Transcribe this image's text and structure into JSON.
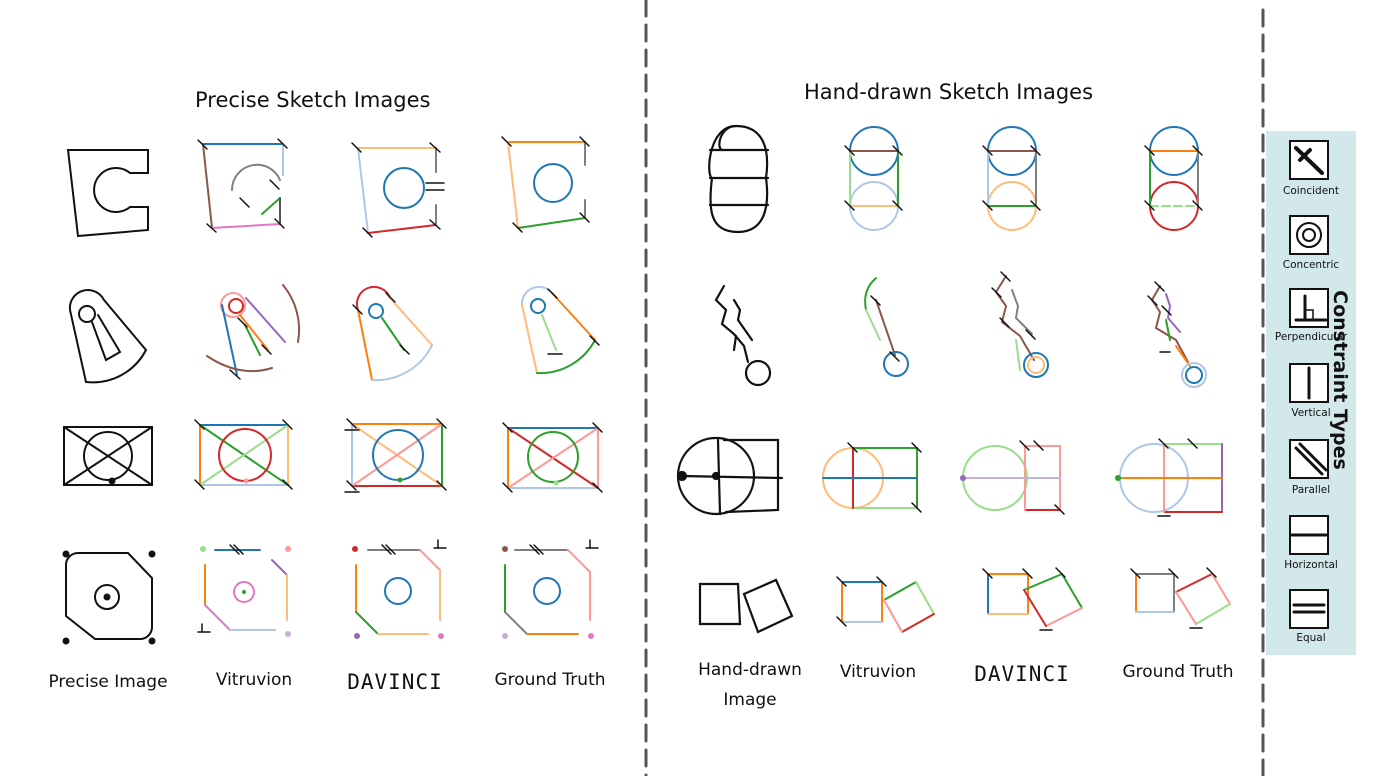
{
  "sections": {
    "precise_title": "Precise Sketch Images",
    "handdrawn_title": "Hand-drawn Sketch Images"
  },
  "precise_columns": [
    "Precise Image",
    "Vitruvion",
    "DAVINCI",
    "Ground Truth"
  ],
  "handdrawn_columns": {
    "input_line1": "Hand-drawn",
    "input_line2": "Image",
    "c2": "Vitruvion",
    "c3": "DAVINCI",
    "c4": "Ground Truth"
  },
  "legend": {
    "title": "Constraint Types",
    "items": [
      {
        "label": "Coincident",
        "icon": "coincident-icon"
      },
      {
        "label": "Concentric",
        "icon": "concentric-icon"
      },
      {
        "label": "Perpendicular",
        "icon": "perpendicular-icon"
      },
      {
        "label": "Vertical",
        "icon": "vertical-icon"
      },
      {
        "label": "Parallel",
        "icon": "parallel-icon"
      },
      {
        "label": "Horizontal",
        "icon": "horizontal-icon"
      },
      {
        "label": "Equal",
        "icon": "equal-icon"
      }
    ]
  },
  "colors": {
    "blue": "#1f77b4",
    "orange": "#ff7f0e",
    "green": "#2ca02c",
    "red": "#d62728",
    "purple": "#9467bd",
    "brown": "#8c564b",
    "pink": "#e377c2",
    "gray": "#7f7f7f",
    "lightblue": "#aec7e8",
    "lightorange": "#ffbb78",
    "lightgreen": "#98df8a",
    "salmon": "#ff9896",
    "panel": "#d2e8ea"
  }
}
